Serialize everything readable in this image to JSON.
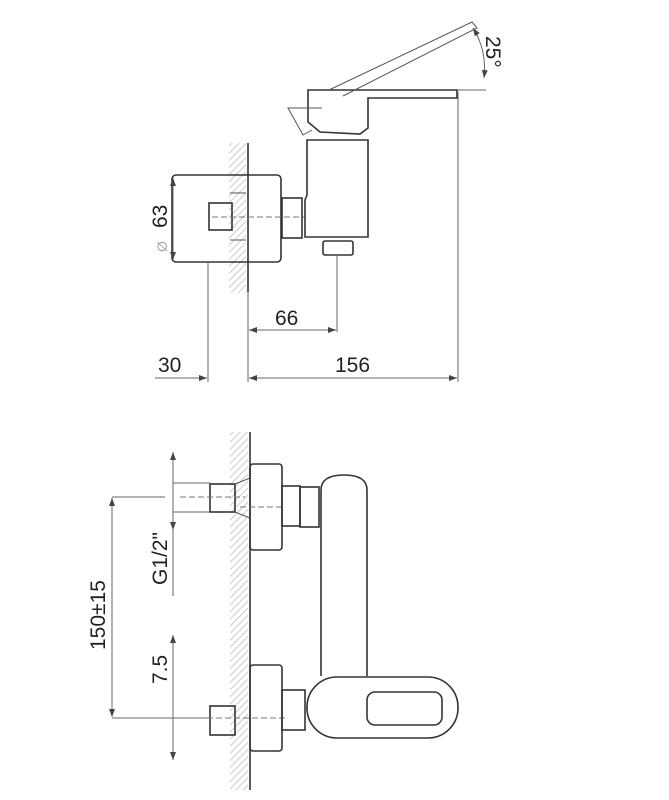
{
  "side_view": {
    "dimensions": {
      "lever_angle": "25°",
      "rosette_diameter_symbol": "Ø",
      "rosette_diameter": "63",
      "outlet_offset": "66",
      "wall_depth": "30",
      "total_depth": "156"
    }
  },
  "front_view": {
    "dimensions": {
      "inlet_spacing": "150±15",
      "thread": "G1/2\"",
      "eccentric_adjust": "7.5"
    }
  },
  "colors": {
    "line": "#333333",
    "hatch": "#bbbbbb"
  }
}
